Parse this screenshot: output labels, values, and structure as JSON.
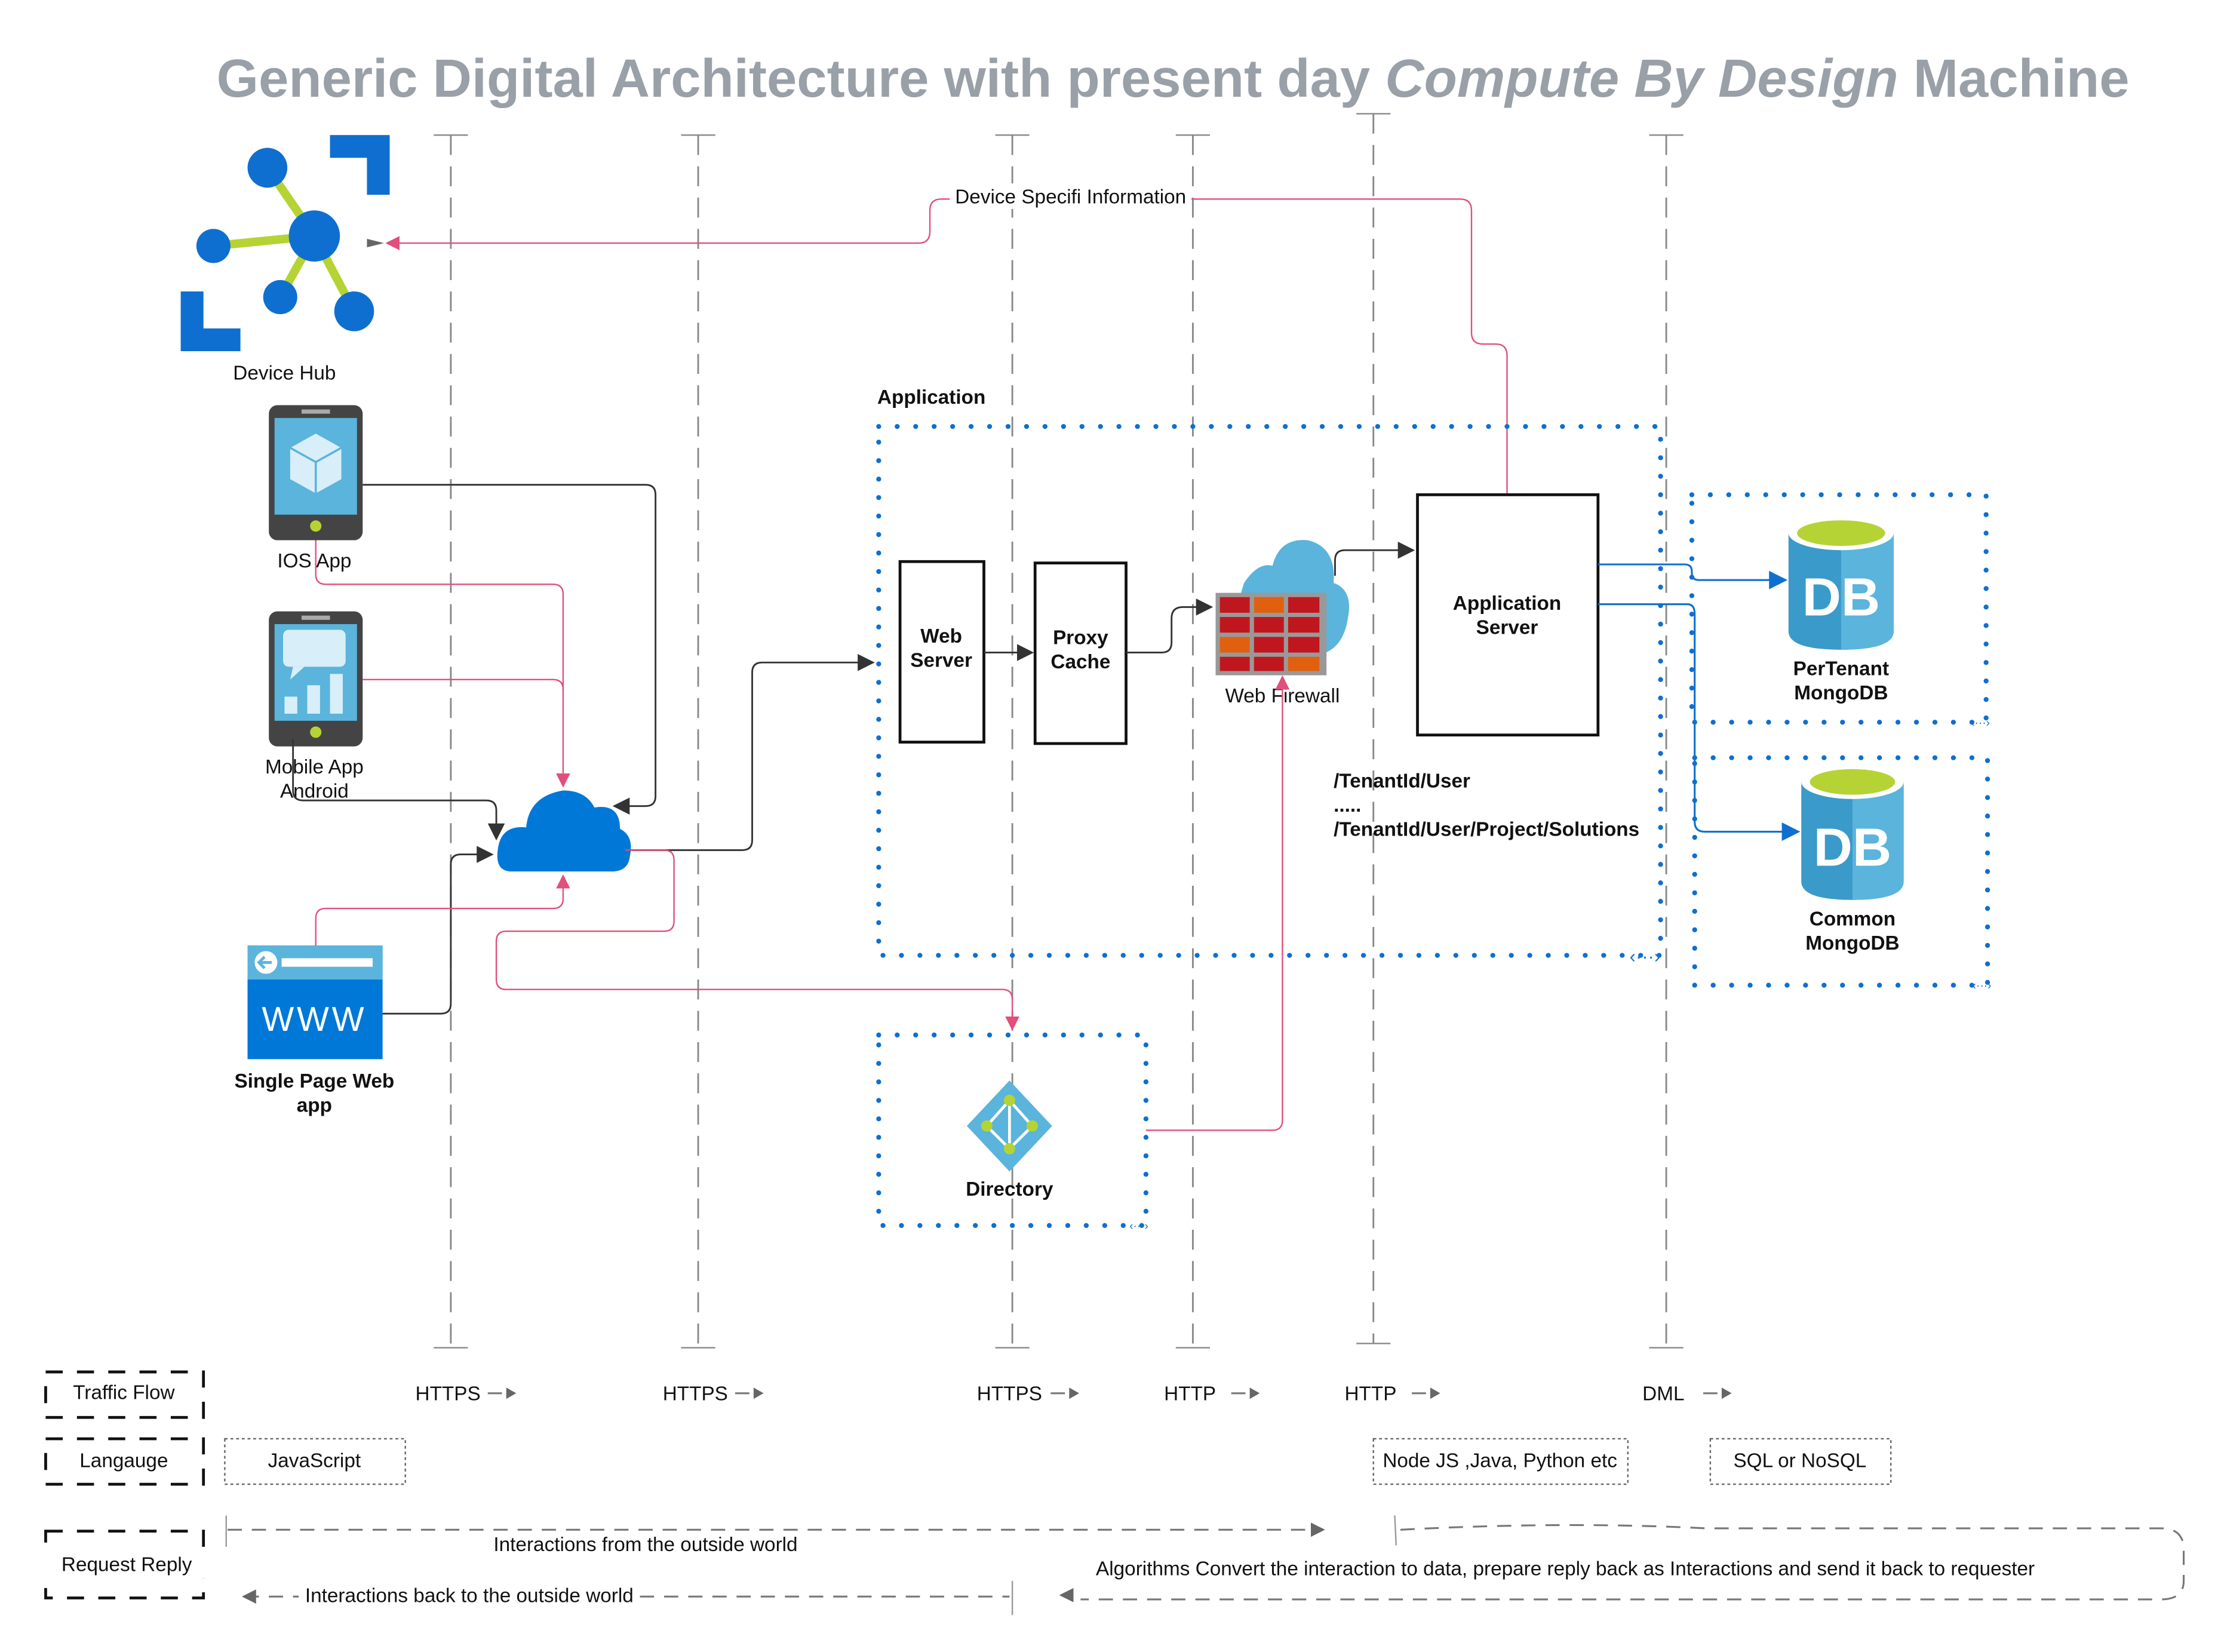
{
  "title": {
    "part1": "Generic Digital Architecture with present day ",
    "italic": "Compute By Design",
    "part2": " Machine"
  },
  "nodes": {
    "device_hub": "Device Hub",
    "ios_app": "IOS App",
    "mobile_app": [
      "Mobile App",
      "Android"
    ],
    "spa": [
      "Single Page Web",
      "app"
    ],
    "application_group": "Application",
    "web_server": [
      "Web",
      "Server"
    ],
    "proxy_cache": [
      "Proxy",
      "Cache"
    ],
    "web_firewall": "Web Firewall",
    "app_server": [
      "Application",
      "Server"
    ],
    "routes": [
      "/TenantId/User",
      ".....",
      "/TenantId/User/Project/Solutions"
    ],
    "db_icon_text": "DB",
    "pertenant_db": [
      "PerTenant",
      "MongoDB"
    ],
    "common_db": [
      "Common",
      "MongoDB"
    ],
    "directory": "Directory",
    "www_icon_text": "WWW"
  },
  "edges": {
    "device_info": "Device Specifi Information"
  },
  "legend": {
    "traffic_flow": "Traffic Flow",
    "language": "Langauge",
    "request_reply": "Request Reply",
    "protocols": [
      "HTTPS",
      "HTTPS",
      "HTTPS",
      "HTTP",
      "HTTP",
      "DML"
    ],
    "languages": [
      "JavaScript",
      "Node JS ,Java, Python etc",
      "SQL or NoSQL"
    ],
    "from_outside": "Interactions from the outside world",
    "algorithms": "Algorithms Convert the interaction to data, prepare reply back as Interactions  and send it back to requester",
    "back_outside": "Interactions back to the outside world"
  },
  "colors": {
    "title": "#9aa0a8",
    "accent_blue": "#0078d7",
    "request_line": "#e0507a",
    "db_blue": "#3a9ac9",
    "db_top": "#b5d334"
  }
}
